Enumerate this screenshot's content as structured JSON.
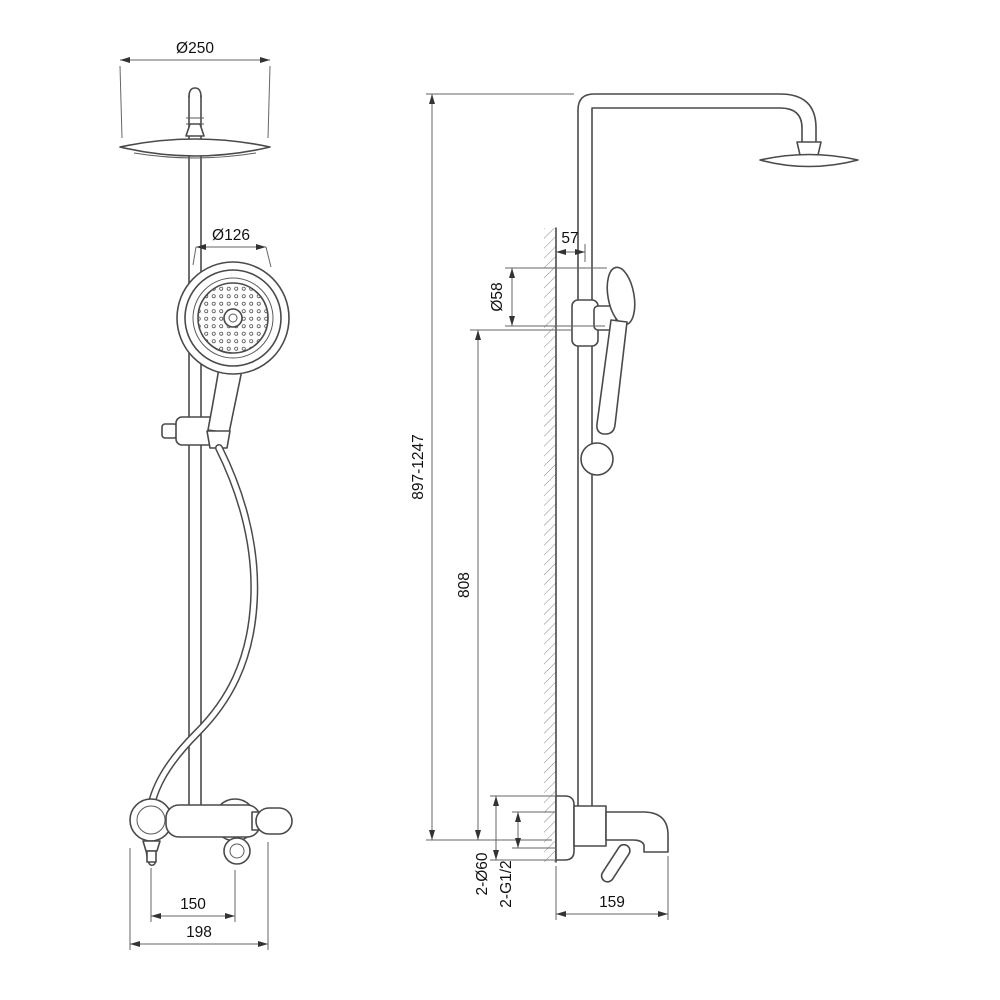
{
  "title": "Shower column technical dimension drawing",
  "front_view": {
    "dim_head_diameter": "Ø250",
    "dim_hand_shower_diameter": "Ø126",
    "dim_inlet_spacing": "150",
    "dim_overall_width": "198"
  },
  "side_view": {
    "dim_wall_offset": "57",
    "dim_holder_diameter": "Ø58",
    "dim_height_range": "897-1247",
    "dim_rail_height": "808",
    "dim_escutcheon_diameter": "2-Ø60",
    "dim_thread_size": "2-G1/2",
    "dim_spout_reach": "159"
  }
}
